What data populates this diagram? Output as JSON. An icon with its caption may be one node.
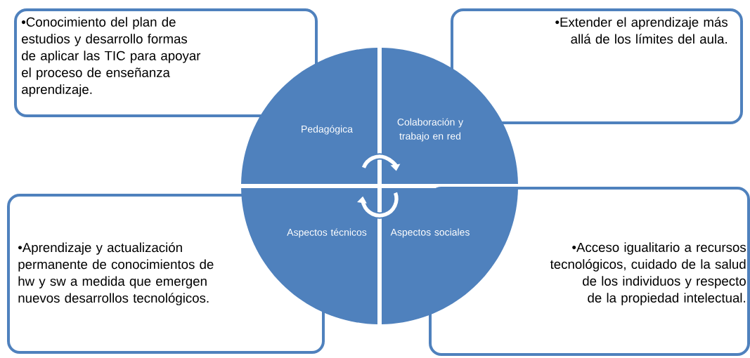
{
  "diagram": {
    "nodes": [
      {
        "text": [
          "•Conocimiento del plan de estudios y desarrollo formas de aplicar las TIC para apoyar el proceso de enseñanza aprendizaje."
        ]
      },
      {
        "text": [
          "•Extender el aprendizaje más allá de los límites del aula."
        ]
      },
      {
        "text": [
          "Pedagógica"
        ]
      },
      {
        "text": [
          "Colaboración y trabajo en red"
        ]
      },
      {
        "text": [
          "Aspectos técnicos"
        ]
      },
      {
        "text": [
          "Aspectos sociales"
        ]
      },
      {
        "text": [
          "•Aprendizaje y actualización permanente de conocimientos de hw y sw a medida que emergen nuevos desarrollos tecnológicos."
        ]
      },
      {
        "text": [
          "•Acceso igualitario a recursos tecnológicos, cuidado de la salud de los individuos y respecto de la propiedad intelectual."
        ]
      }
    ],
    "edges": [
      {
        "from": 2,
        "to": 3,
        "arrow": "to"
      },
      {
        "from": 5,
        "to": 4,
        "arrow": "to"
      }
    ]
  }
}
